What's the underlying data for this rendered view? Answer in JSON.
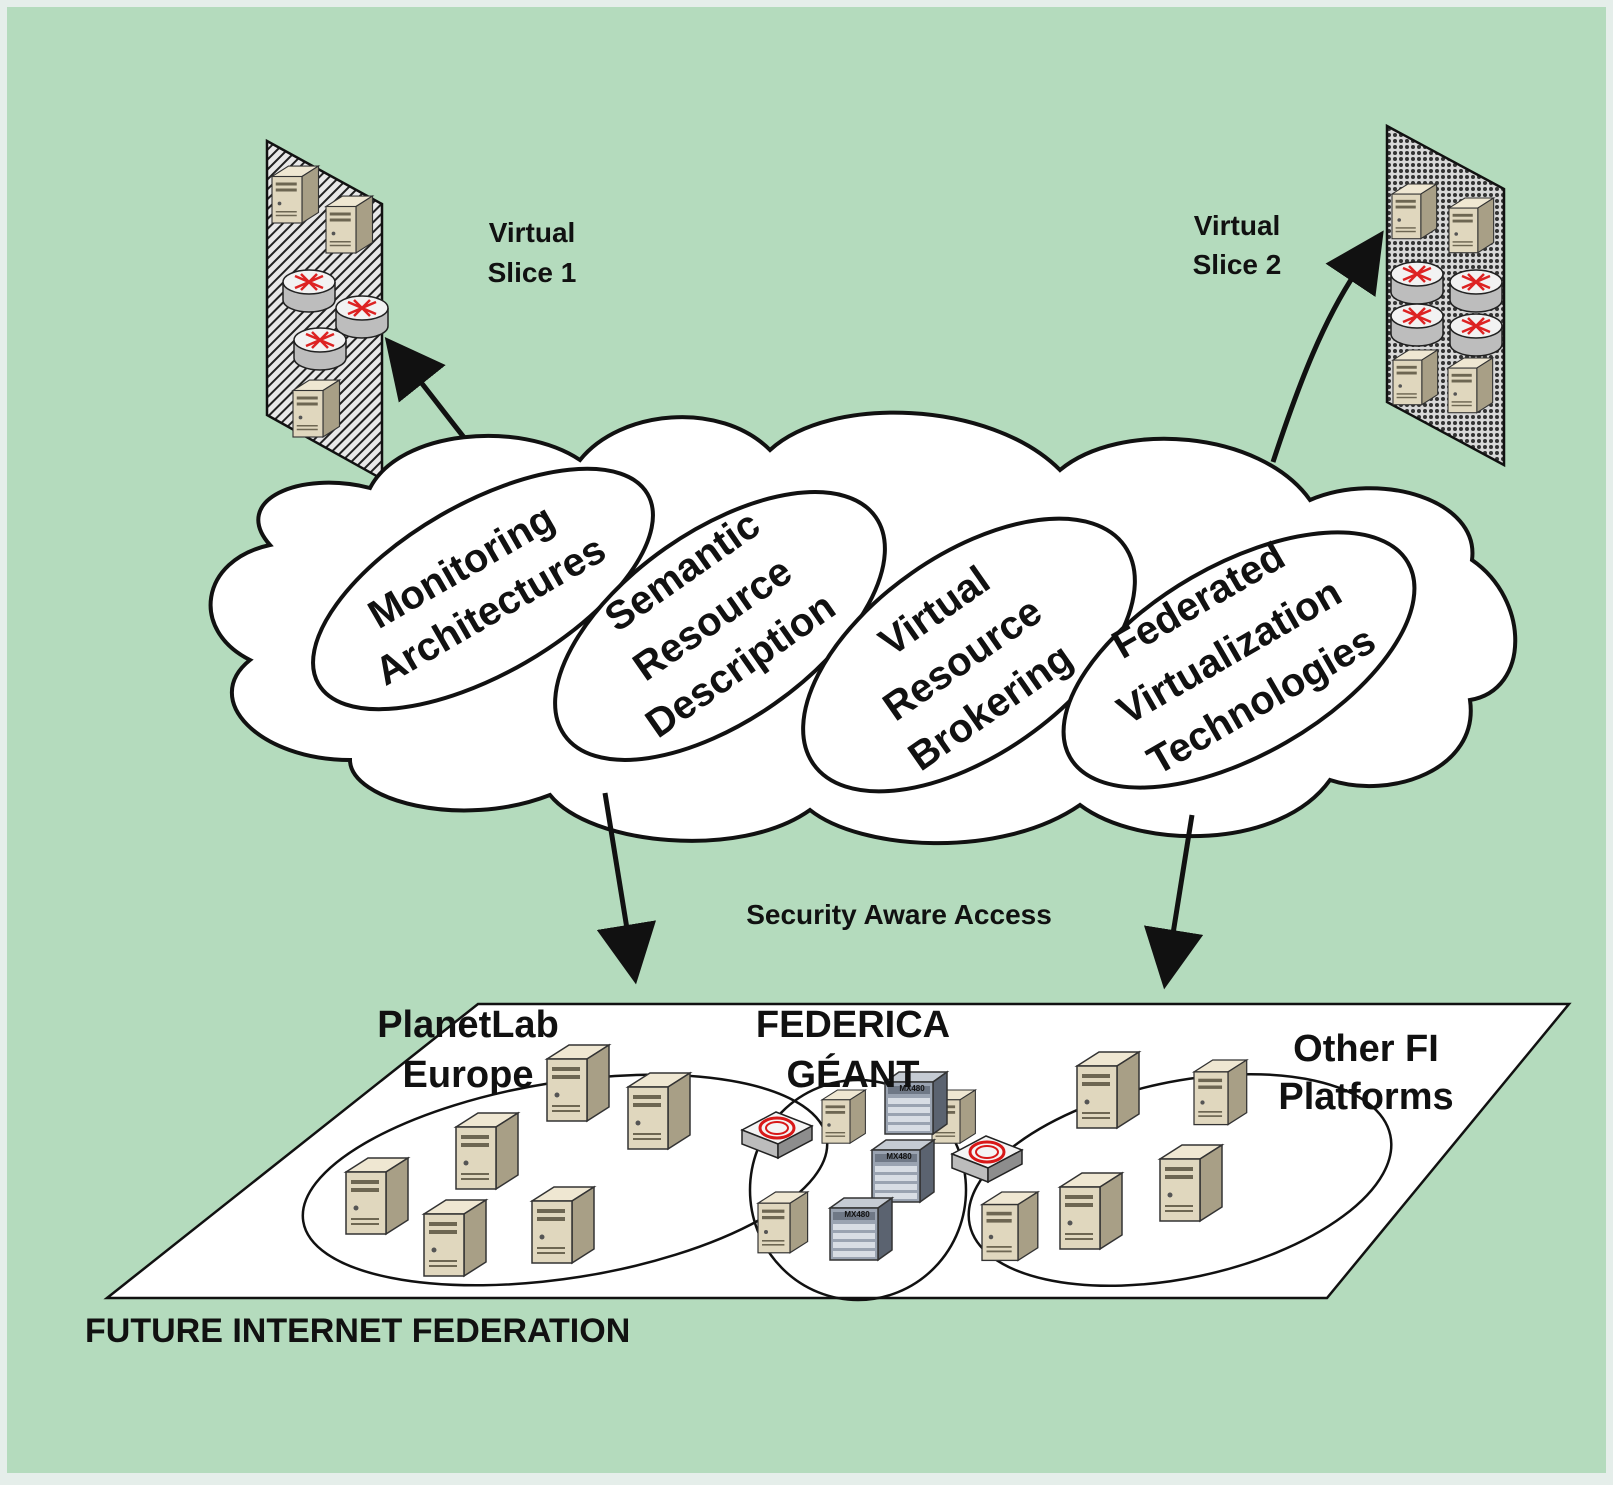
{
  "colors": {
    "page_background": "#e5eeea",
    "panel_background": "#b4dbbd",
    "outline": "#111111",
    "server_body": "#d9cfb4",
    "router_ring": "#e02020",
    "mx480": "#8f98a6"
  },
  "slices": {
    "slice1_label_line1": "Virtual",
    "slice1_label_line2": "Slice 1",
    "slice2_label_line1": "Virtual",
    "slice2_label_line2": "Slice 2"
  },
  "cloud": {
    "concept1_line1": "Monitoring",
    "concept1_line2": "Architectures",
    "concept2_line1": "Semantic",
    "concept2_line2": "Resource",
    "concept2_line3": "Description",
    "concept3_line1": "Virtual",
    "concept3_line2": "Resource",
    "concept3_line3": "Brokering",
    "concept4_line1": "Federated",
    "concept4_line2": "Virtualization",
    "concept4_line3": "Technologies"
  },
  "access_label": "Security Aware Access",
  "platforms": {
    "planetlab_line1": "PlanetLab",
    "planetlab_line2": "Europe",
    "federica_line1": "FEDERICA",
    "federica_line2": "GÉANT",
    "other_line1": "Other FI",
    "other_line2": "Platforms",
    "mx480_label": "MX480"
  },
  "federation_label": "FUTURE INTERNET FEDERATION"
}
